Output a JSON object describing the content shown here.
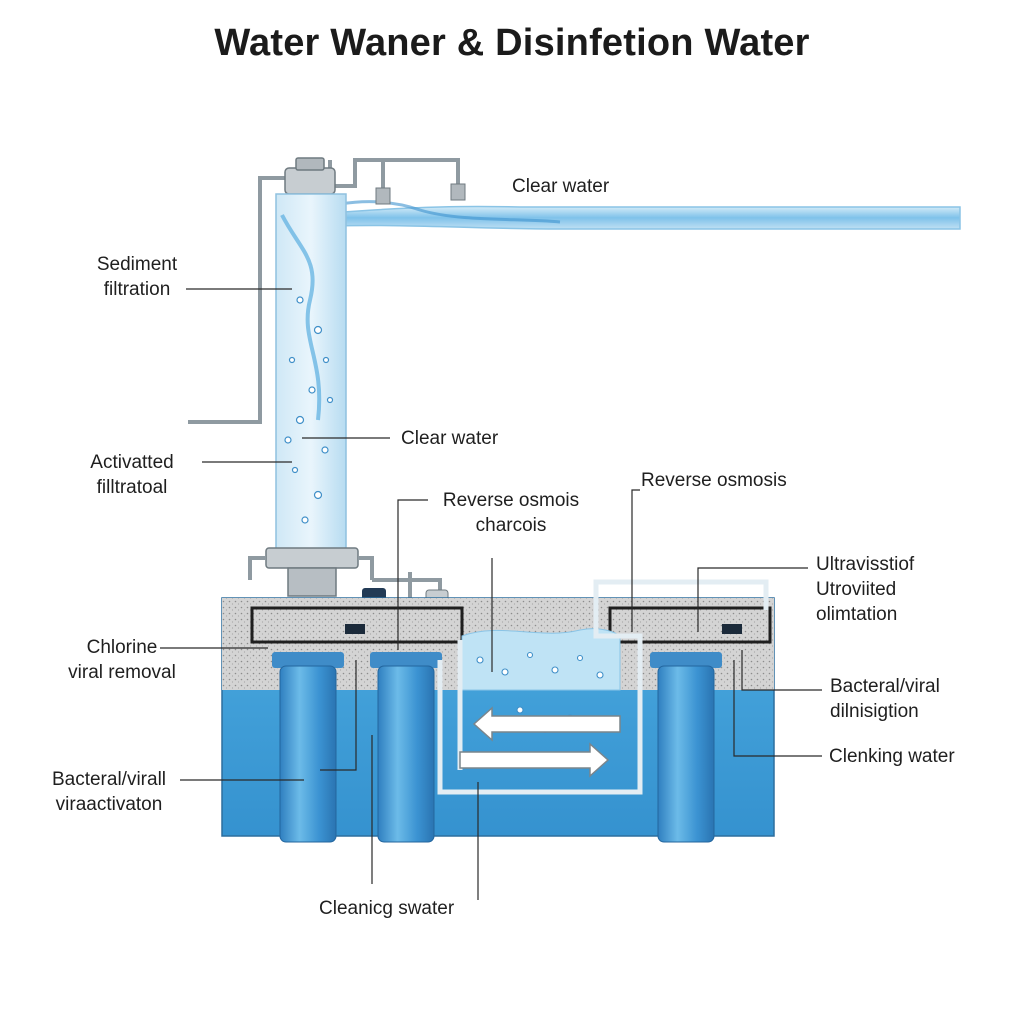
{
  "title": "Water Waner & Disinfetion Water",
  "labels": {
    "clear_water_top": "Clear water",
    "sediment": [
      "Sediment",
      "filtration"
    ],
    "clear_water_mid": "Clear water",
    "activated": [
      "Activatted",
      "filltratoal"
    ],
    "reverse_osmosis_charcoal": [
      "Reverse osmois",
      "charcois"
    ],
    "reverse_osmosis": "Reverse osmosis",
    "ultraviolet": [
      "Ultravisstiof",
      "Utroviited",
      "olimtation"
    ],
    "chlorine": [
      "Chlorine",
      "viral removal"
    ],
    "bacterial_disinfection": [
      "Bacteral/viral",
      "dilnisigtion"
    ],
    "clenking_water": "Clenking water",
    "bacterial_inactivation": [
      "Bacteral/virall",
      "viraactivaton"
    ],
    "cleaning_water_bottom": "Cleanicg swater"
  },
  "colors": {
    "water_blue": "#3f9fd8",
    "light_blue": "#bfe0f3",
    "pipe_gray": "#9aa4ab",
    "media_gray": "#cfcfcf",
    "line": "#333333"
  },
  "icons": [
    "pipe",
    "valve",
    "filter-cartridge",
    "water-bubbles",
    "flow-arrow"
  ]
}
